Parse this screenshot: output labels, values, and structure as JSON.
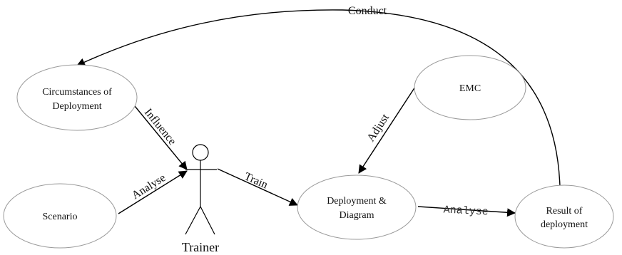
{
  "nodes": {
    "circumstances": {
      "line1": "Circumstances of",
      "line2": "Deployment"
    },
    "scenario": {
      "label": "Scenario"
    },
    "emc": {
      "label": "EMC"
    },
    "deployment_diagram": {
      "line1": "Deployment &",
      "line2": "Diagram"
    },
    "result": {
      "line1": "Result of",
      "line2": "deployment"
    }
  },
  "actor": {
    "label": "Trainer"
  },
  "edges": {
    "conduct": "Conduct",
    "influence": "Influence",
    "analyse_scenario": "Analyse",
    "adjust": "Adjust",
    "train": "Train",
    "analyse_result": "Analyse"
  }
}
